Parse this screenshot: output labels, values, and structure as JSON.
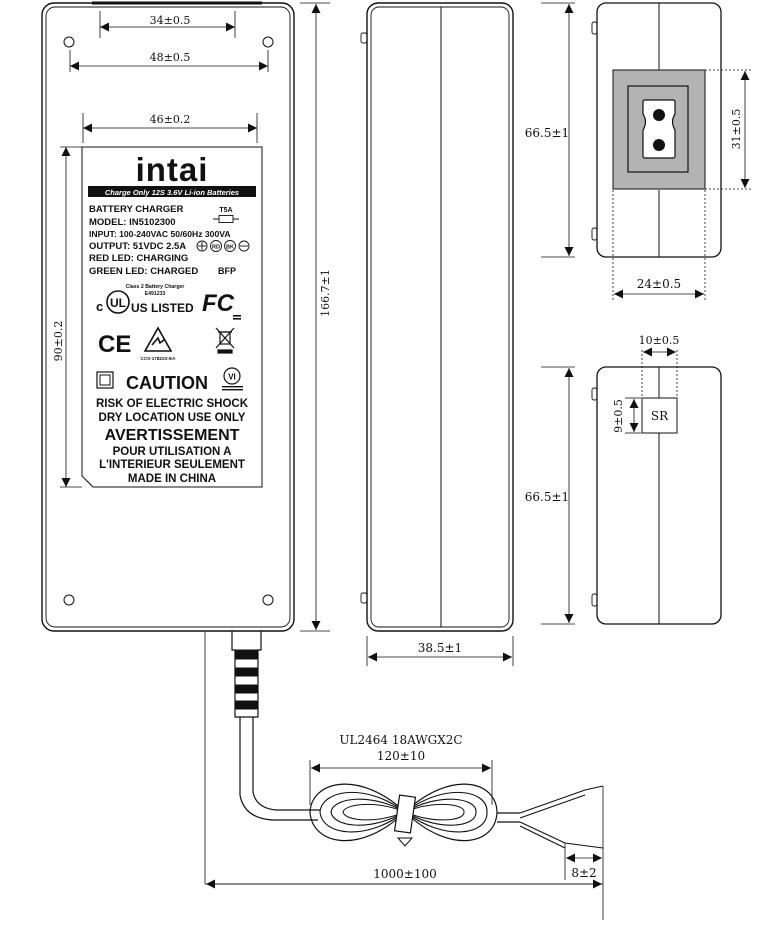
{
  "dimensions": {
    "top_hole_spacing": "34±0.5",
    "top_width": "48±0.5",
    "label_width": "46±0.2",
    "label_height": "90±0.2",
    "body_length": "166.7±1",
    "body_thickness": "38.5±1",
    "end_height": "66.5±1",
    "inlet_height": "31±0.5",
    "inlet_width": "24±0.5",
    "bottom_end_height": "66.5±1",
    "sr_width": "10±0.5",
    "sr_height": "9±0.5",
    "cable_length": "1000±100",
    "strip_length": "8±2"
  },
  "cable": {
    "spec": "UL2464 18AWGX2C",
    "bundle_length": "120±10"
  },
  "sr_label": "SR",
  "product_label": {
    "brand": "intai",
    "banner": "Charge Only 12S 3.6V Li-ion Batteries",
    "title": "BATTERY CHARGER",
    "fuse": "T5A",
    "model": "MODEL: IN5102300",
    "input": "INPUT: 100-240VAC 50/60Hz  300VA",
    "output": "OUTPUT: 51VDC 2.5A",
    "rd": "RD",
    "bk": "BK",
    "red_led": "RED LED: CHARGING",
    "green_led": "GREEN LED: CHARGED",
    "bfp": "BFP",
    "ul_class": "Class 2 Battery Charger",
    "ul_file": "E491233",
    "ul_c": "c",
    "ul_mark": "UL",
    "ul_listed": "US LISTED",
    "fcc": "FC",
    "ce": "CE",
    "rcm_code": "CCS-17822S-EA",
    "caution": "CAUTION",
    "vi": "VI",
    "warn1": "RISK OF ELECTRIC SHOCK",
    "warn2": "DRY LOCATION USE ONLY",
    "avertissement": "AVERTISSEMENT",
    "fr1": "POUR UTILISATION A",
    "fr2": "L'INTERIEUR SEULEMENT",
    "made_in": "MADE IN CHINA"
  }
}
